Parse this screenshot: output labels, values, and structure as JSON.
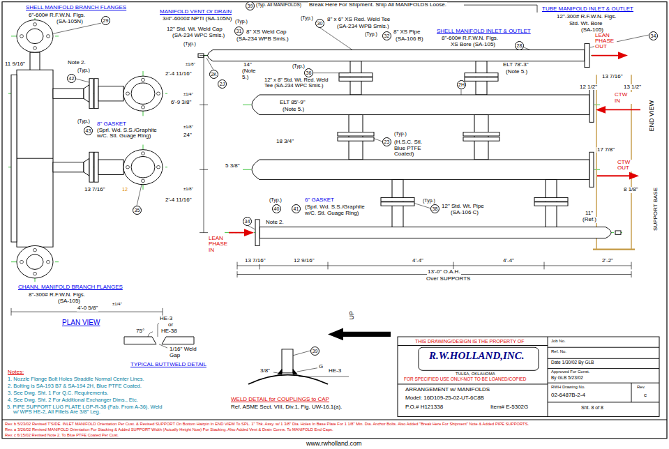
{
  "diagram": {
    "labels": [
      "SHELL MANIFOLD BRANCH FLANGES",
      "6\"-600# R.F.W.N. Flgs.",
      "(SA-105N)",
      "29",
      "MANIFOLD VENT Or DRAIN",
      "39",
      "(Typ. All MANIFOLDS)",
      "3/4\"-6000# NPTI (SA-105N)",
      "Break Here For Shipment. Ship All MANIFOLDS Loose.",
      "TUBE MANIFOLD INLET & OUTLET",
      "12\"-300# R.F.W.N. Flgs.",
      "Std. Wt. Bore",
      "(SA-105)",
      "34",
      "(Typ.)",
      "30",
      "8\" x 6\" XS Red. Weld Tee",
      "(SA-234 WPB Smls.)",
      "(Typ.)",
      "32",
      "8\" XS Pipe",
      "(SA-106 B)",
      "SHELL MANIFOLD INLET & OUTLET",
      "8\"-600# R.F.W.N. Flgs.",
      "XS Bore (SA-105)",
      "28",
      "LEAN PHASE OUT",
      "12\" Std. Wt. Weld Cap",
      "(SA-234 WPC Smls.)",
      "(Typ.)",
      "31",
      "8\" XS Weld Cap",
      "(SA-234 WPB Smls.)",
      "(Typ.)",
      "2K",
      "2J",
      "14\"",
      "(Note 5.)",
      "(Typ.)",
      "36",
      "12\" x 8\" Std. Wt. Red. Weld Tee (SA-234 WPC Smls.)",
      "ELT 85'-9\"",
      "(Note 5.)",
      "2H",
      "ELT 78'-3\"",
      "(Note 5.)",
      "13 7/16\"",
      "12 1/2\"",
      "13 1/2\"",
      "CTW IN",
      "END VIEW",
      "18 3/4\"",
      "23",
      "(Typ.)",
      "(H.S.C. Stl. Blue PTFE Coated)",
      "5 3/8\"",
      "17 7/8\"",
      "CTW OUT",
      "8 1/8\"",
      "SUPPORT BASE",
      "11\"",
      "(Ref.)",
      "(Typ.)",
      "40",
      "41",
      "6\" GASKET",
      "(Sprl. Wd. S.S./Graphite",
      "w/C. Stl. Guage Ring)",
      "Note 2.",
      "(Typ.)",
      "38",
      "12\" Std. Wt. Pipe",
      "(SA-106 C)",
      "34",
      "LEAN PHASE IN",
      "13 7/16\"",
      "12 9/16\"",
      "4'-4\"",
      "4'-4\"",
      "2'-2\"",
      "13'-0\" O.A.H.",
      "Over SUPPORTS",
      "11 9/16\"",
      "Note 2.",
      "(Typ.)",
      "42",
      "(Typ.)",
      "43",
      "8\" GASKET",
      "(Sprl. Wd. S.S./Graphite",
      "w/C. Stl. Guage Ring)",
      "12",
      "13 7/16\"",
      "35",
      "CHANN. MANIFOLD BRANCH FLANGES",
      "8\"-300# R.F.W.N. Flgs.",
      "(SA-105)",
      "4'-0 5/8\"",
      "±1/4\"",
      "PLAN VIEW",
      "2'-4 11/16\"",
      "±1/8\"",
      "6'-9 3/8\"",
      "±1/4\"",
      "±1/8\"",
      "24\"",
      "±1/8\"",
      "2'-4 11/16\"",
      "HE-3",
      "or",
      "HE-38",
      "75°",
      "1/16\" Weld",
      "Gap",
      "TYPICAL BUTTWELD DETAIL",
      "Notes:",
      "1. Nozzle Flange Bolt Holes Straddle Normal Center Lines.",
      "2. Bolting is SA-193 B7 & SA-194 2H, Blue PTFE Coated.",
      "3. See Dwg. Sht. 1 For Q.C. Requirements.",
      "4. See Dwg. Sht. 2 For Additional Exchanger Dims., Etc.",
      "5. PIPE SUPPORT LUG PLATE LGP-R-38 (Fab. From A-36). Weld w/ WPS HE-2, All Fillets Are 3/8\" Leg.",
      "39",
      "G",
      "HE-3",
      "3/8\"",
      "WELD DETAIL for COUPLINGS to CAP",
      "Ref. ASME Sect. VIII, Div.1, Fig. UW-16.1(a).",
      "UP",
      "THIS DRAWING/DESIGN IS THE PROPERTY OF",
      "R.W.HOLLAND,INC.",
      "TULSA, OKLAHOMA",
      "FOR SPECIFIED USE ONLY-NOT TO BE LOANED/COPIED",
      "ARRANGEMENT w/ MANIFOLDS",
      "Model: 16D109-25-02-UT-6C8B",
      "P.O.# H121338",
      "Item# E-5302G",
      "Job No.",
      "Ref. No.",
      "Date 1/30/02 By GLB",
      "Approved For Const.",
      "By GLB 5/23/02",
      "RWH Drawing No.",
      "Rev.",
      "02-6487B-2-4",
      "c",
      "Sht. 8 of 8",
      "Rev. b 5/23/02 Revised T'SIDE. INLET MANIFOLD Orientation Per Cust. & Revised SUPPORT On Bottom Hairpin In END VIEW To SPL. 1\" Thk. Assy. w/ 1 3/8\" Dia. Holes In Base Plate For 1 1/8\" Min. Dia. Anchor Bolts. Also Added \"Break Here For Shipment\" Note & Added PIPE SUPPORTS.",
      "Rev. a 3/26/02 Revised MANIFOLD Orientation For Stacking & Added SUPPORT Width (Actually Height Now) For Stacking. Also Added Vent & Drain Conns. To MANIFOLD End Caps.",
      "Rev. c 6/15/02 Revised Note 2. To Blue PTFE Coated Per Cust.",
      "www.rwholland.com"
    ]
  }
}
